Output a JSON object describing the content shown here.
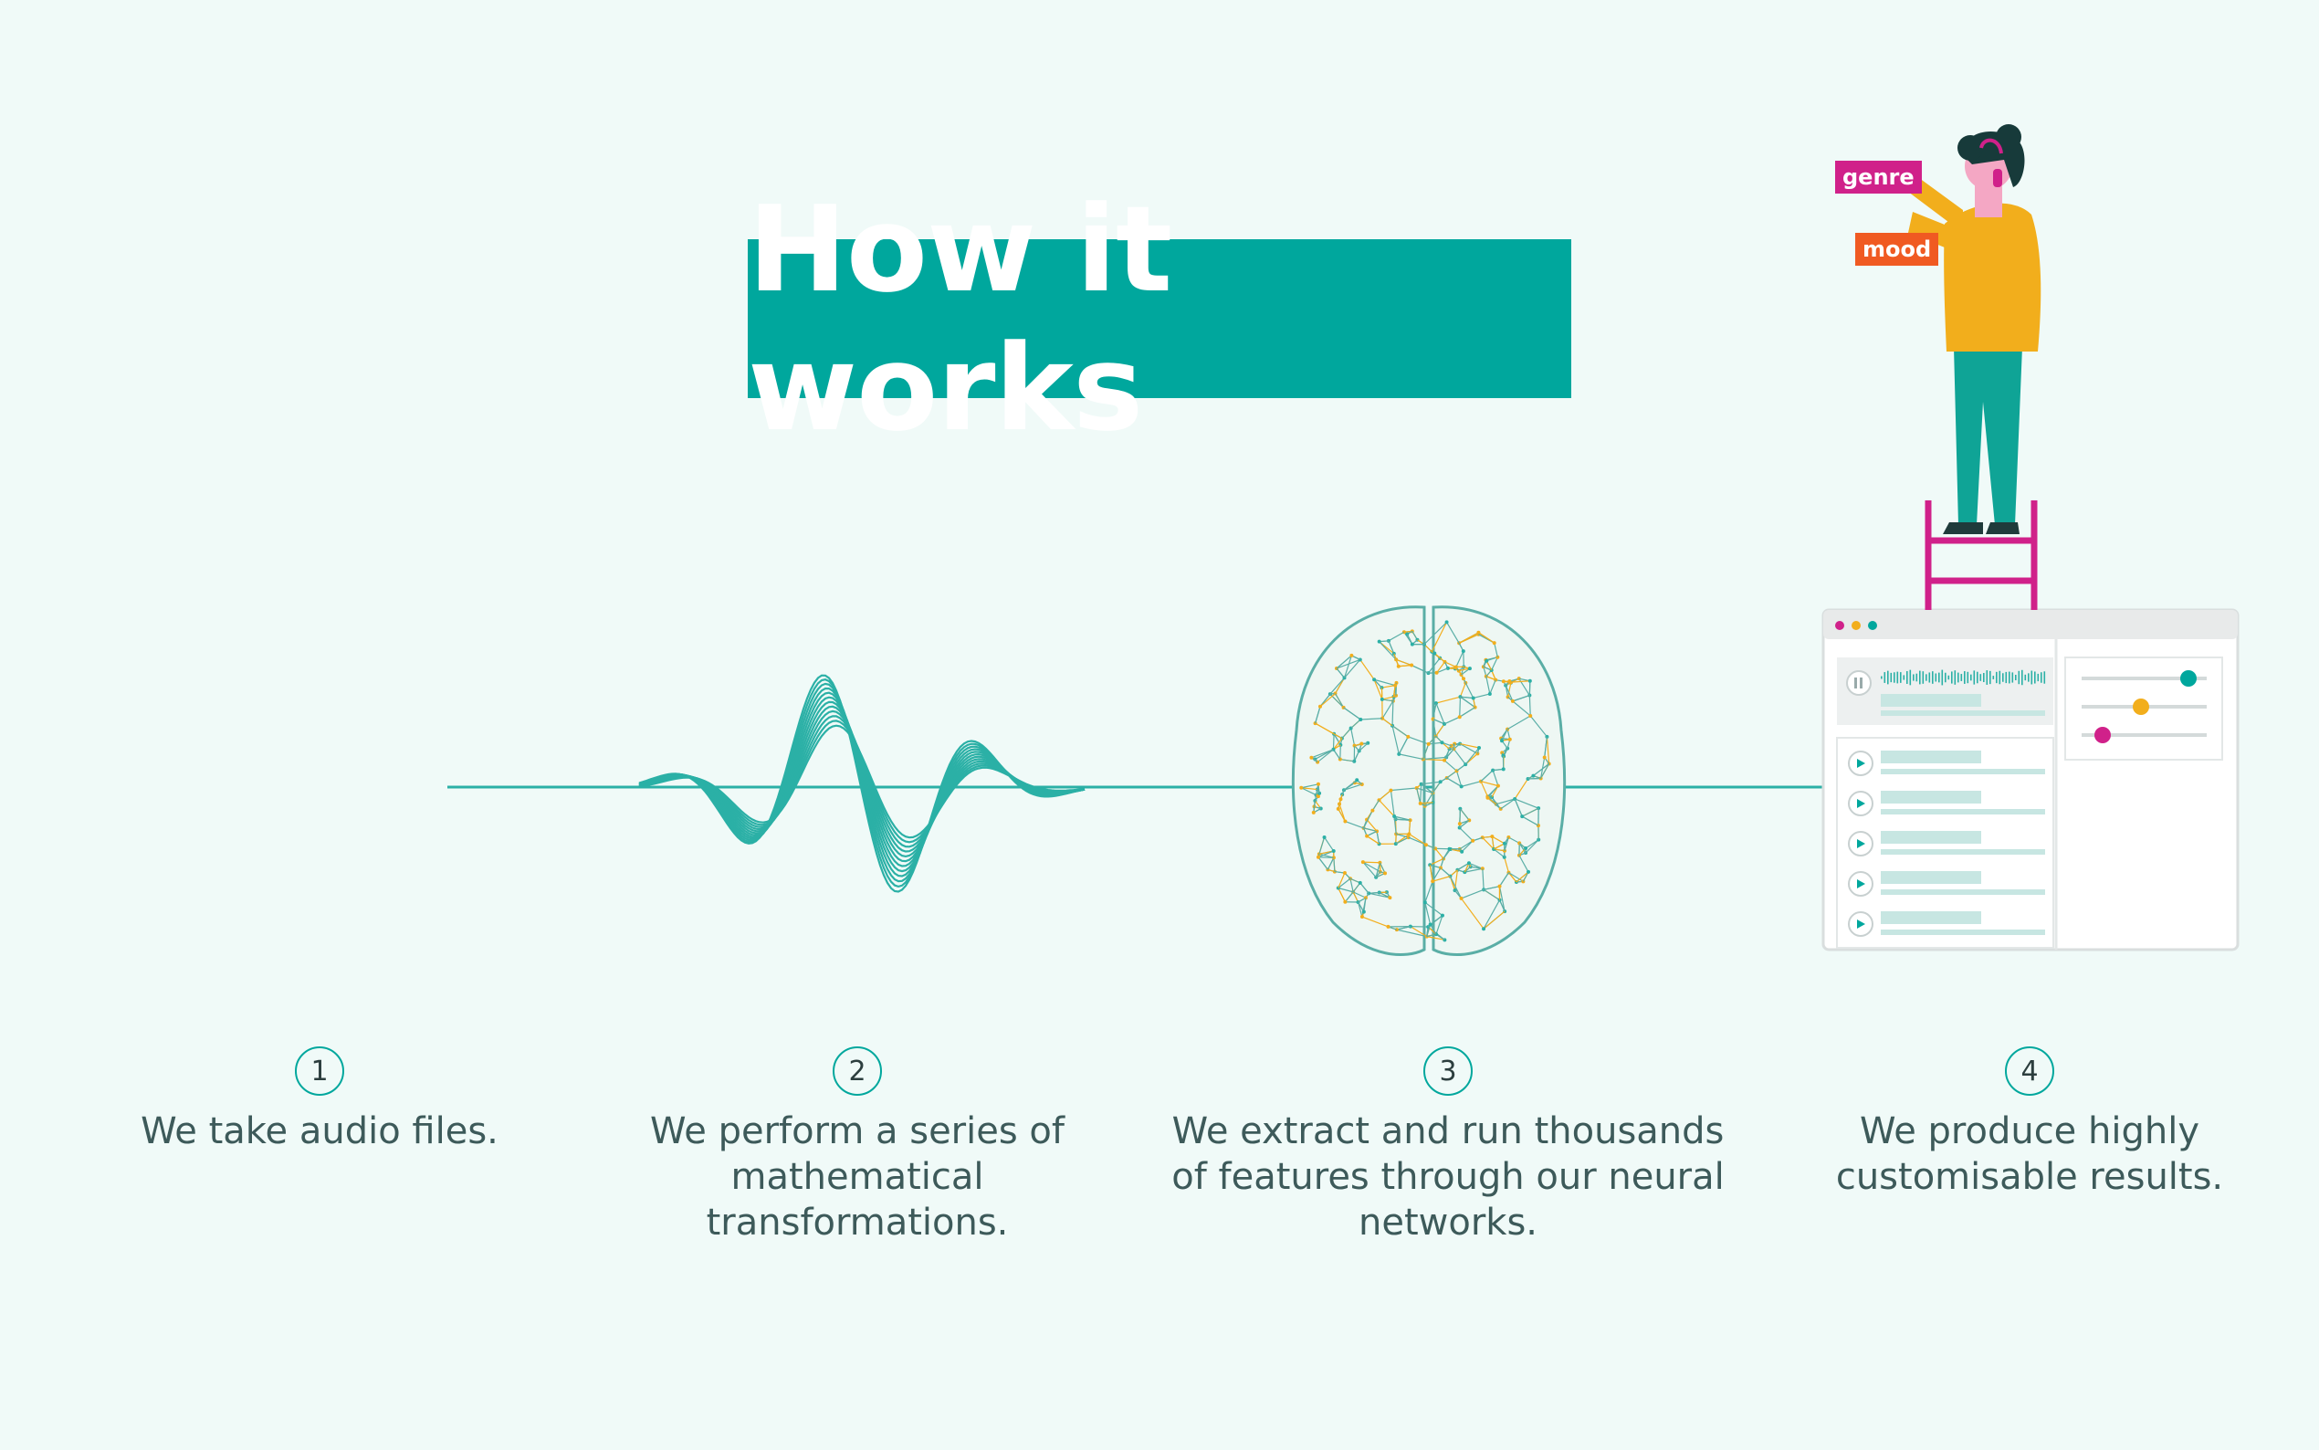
{
  "title": "How it works",
  "steps": [
    {
      "number": "1",
      "text": "We take audio files."
    },
    {
      "number": "2",
      "text": "We perform a series of mathematical transformations."
    },
    {
      "number": "3",
      "text": "We extract and run thousands of features through our neural networks."
    },
    {
      "number": "4",
      "text": "We produce highly customisable results."
    }
  ],
  "tags": {
    "genre": "genre",
    "mood": "mood"
  },
  "colors": {
    "accent": "#00a79d",
    "background": "#f0faf8",
    "text": "#3d5a5a",
    "genre_tag": "#d0218a",
    "mood_tag": "#f05a22",
    "person_shirt": "#f2ae1c",
    "ladder": "#d0218a"
  }
}
